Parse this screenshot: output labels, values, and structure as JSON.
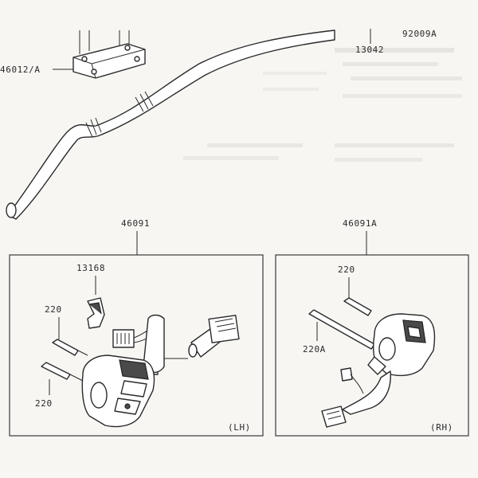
{
  "labels": {
    "top_left_part": "46012/A",
    "top_center_part": "13042",
    "top_right_part": "92009A",
    "lh_assembly": "46091",
    "rh_assembly": "46091A",
    "lh_clip": "13168",
    "lh_screw_top": "220",
    "lh_screw_bottom": "220",
    "rh_screw_top": "220",
    "rh_screw_long": "220A",
    "lh_side": "(LH)",
    "rh_side": "(RH)"
  },
  "colors": {
    "paper": "#f7f6f3",
    "ink": "#2a2a2a",
    "ghost_text": "#d6d4cf"
  }
}
